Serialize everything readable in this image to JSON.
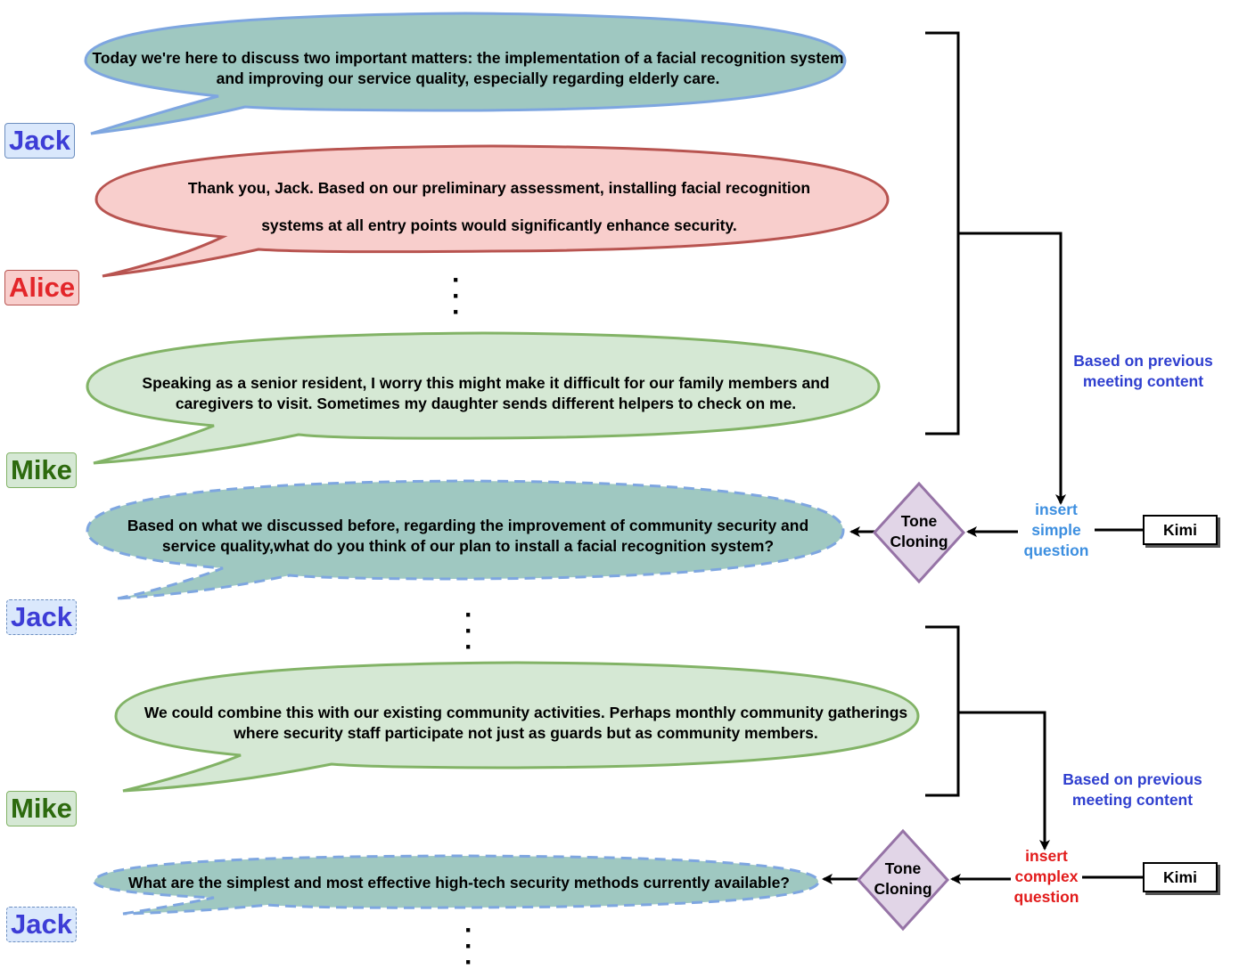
{
  "bubbles": [
    {
      "id": "b1",
      "text": "Today we're here to discuss two important matters: the implementation of a facial recognition system and improving our service quality, especially regarding elderly care.",
      "style": "jack"
    },
    {
      "id": "b2",
      "text": "Thank you, Jack. Based on our preliminary assessment, installing facial recognition systems at all entry points would significantly enhance security.",
      "style": "alice"
    },
    {
      "id": "b3",
      "text": "Speaking as a senior resident, I worry this might make it difficult for our family members and caregivers to visit. Sometimes my daughter sends different helpers to check on me.",
      "style": "mike"
    },
    {
      "id": "b4",
      "text": "Based on what we discussed before, regarding the improvement of community security and service quality,what do you think of our plan to install a facial recognition system?",
      "style": "jack-dashed"
    },
    {
      "id": "b5",
      "text": "We could combine this with our existing community activities. Perhaps monthly community gatherings where security staff participate not just as guards but as community members.",
      "style": "mike"
    },
    {
      "id": "b6",
      "text": "What are the simplest and most effective high-tech security methods currently available?",
      "style": "jack-dashed"
    }
  ],
  "speakers": [
    "Jack",
    "Alice",
    "Mike",
    "Jack",
    "Mike",
    "Jack"
  ],
  "notes": {
    "based_on_1": "Based on previous meeting content",
    "based_on_2": "Based on previous meeting content",
    "insert_simple": "insert simple question",
    "insert_complex": "insert complex question"
  },
  "tone_cloning": "Tone Cloning",
  "kimi": "Kimi",
  "colors": {
    "jack_fill": "#9fc8c1",
    "jack_stroke": "#7ea6e0",
    "alice_fill": "#f8cecc",
    "alice_stroke": "#b85450",
    "mike_fill": "#d5e8d4",
    "mike_stroke": "#82b366",
    "diamond_fill": "#e1d5e7",
    "diamond_stroke": "#9673a6",
    "note_blue": "#2f3fcf",
    "note_light_blue": "#3d8fe0",
    "note_red": "#e21b1b"
  }
}
